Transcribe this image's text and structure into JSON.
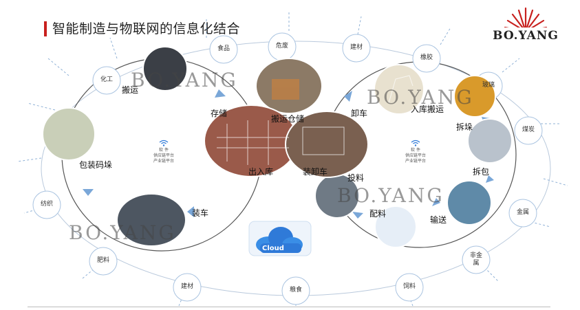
{
  "title": "智能制造与物联网的信息化结合",
  "logo": {
    "text": "BO.YANG",
    "color": "#c8201e"
  },
  "colors": {
    "accent": "#c8201e",
    "arrow": "#7aa7d8",
    "dash": "#8fb1d6"
  },
  "outer_nodes": [
    {
      "id": "chemical",
      "label": "化工"
    },
    {
      "id": "food",
      "label": "食品"
    },
    {
      "id": "hazardous",
      "label": "危废"
    },
    {
      "id": "building-top",
      "label": "建材"
    },
    {
      "id": "rubber",
      "label": "橡胶"
    },
    {
      "id": "glass",
      "label": "玻璃"
    },
    {
      "id": "coal",
      "label": "煤炭"
    },
    {
      "id": "metal",
      "label": "金属"
    },
    {
      "id": "nonmetal",
      "label": "非金\n属"
    },
    {
      "id": "feed",
      "label": "饲料"
    },
    {
      "id": "grain",
      "label": "粮食"
    },
    {
      "id": "building-bottom",
      "label": "建材"
    },
    {
      "id": "fertilizer",
      "label": "肥料"
    },
    {
      "id": "textile",
      "label": "纺织"
    }
  ],
  "stages": [
    {
      "id": "carry",
      "label": "搬运"
    },
    {
      "id": "storage",
      "label": "存储"
    },
    {
      "id": "carry-storage",
      "label": "搬运仓储"
    },
    {
      "id": "unload",
      "label": "卸车"
    },
    {
      "id": "stock-in-carry",
      "label": "入库搬运"
    },
    {
      "id": "destack",
      "label": "拆垛"
    },
    {
      "id": "unpack",
      "label": "拆包"
    },
    {
      "id": "convey",
      "label": "输送"
    },
    {
      "id": "batching",
      "label": "配料"
    },
    {
      "id": "feeding",
      "label": "投料"
    },
    {
      "id": "load-unload",
      "label": "装卸车"
    },
    {
      "id": "in-out",
      "label": "出入库"
    },
    {
      "id": "loading",
      "label": "装车"
    },
    {
      "id": "pack-stack",
      "label": "包装码垛"
    }
  ],
  "platform": {
    "lines": [
      "软 件",
      "供应链平台",
      "产业链平台"
    ]
  },
  "cloud": {
    "label": "Cloud"
  },
  "watermark": "BO.YANG"
}
